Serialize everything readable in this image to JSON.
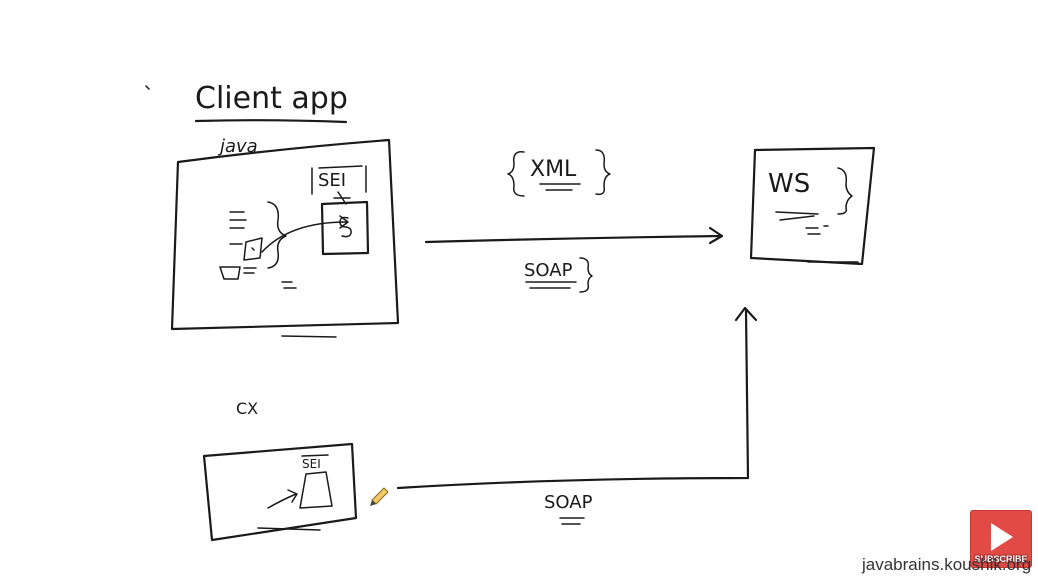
{
  "labels": {
    "title": "Client app",
    "java": "java",
    "sei_top": "SEI",
    "xml": "XML",
    "soap_top": "SOAP",
    "ws": "WS",
    "cxf": "CX",
    "sei_bottom": "SEI",
    "soap_bottom": "SOAP"
  },
  "branding": {
    "watermark": "javabrains.koushik.org",
    "subscribe": "SUBSCRIBE",
    "accent_color": "#e14a45"
  }
}
